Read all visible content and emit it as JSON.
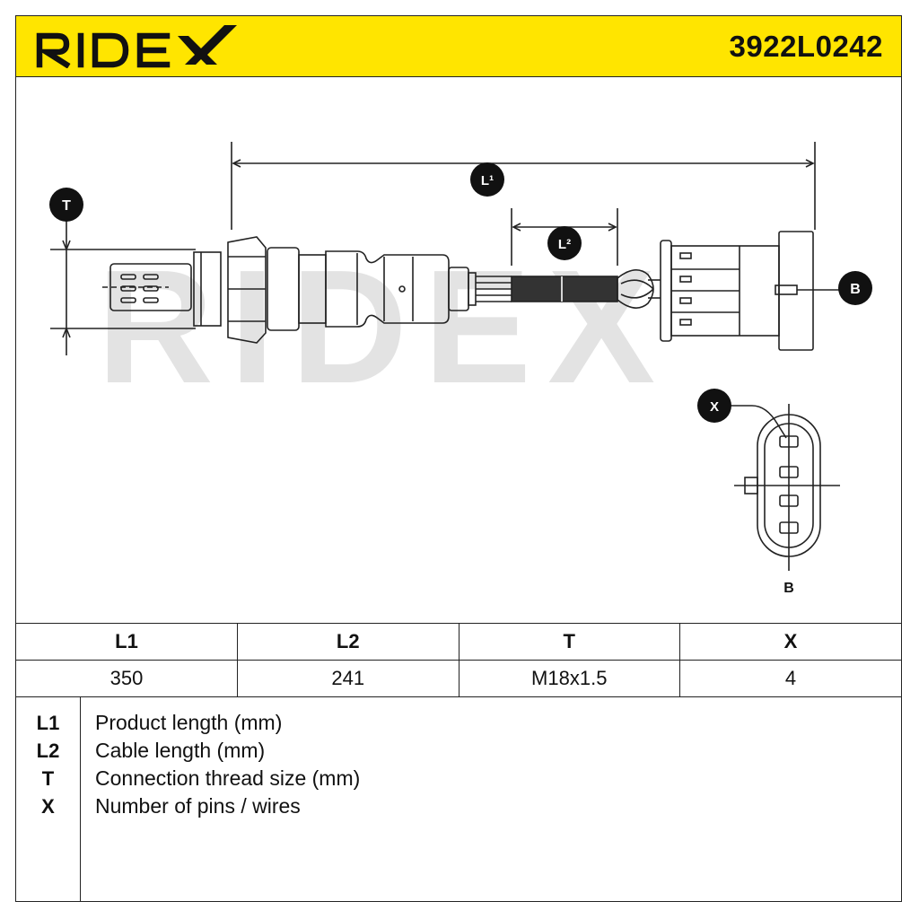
{
  "header": {
    "brand": "RIDEX",
    "part_number": "3922L0242",
    "brand_color": "#ffe500"
  },
  "drawing": {
    "watermark": "RIDEX",
    "callouts": {
      "t": "T",
      "l1": "L¹",
      "l2": "L²",
      "b": "B",
      "x": "X"
    },
    "connector_label": "B"
  },
  "specs": {
    "headers": [
      "L1",
      "L2",
      "T",
      "X"
    ],
    "values": [
      "350",
      "241",
      "M18x1.5",
      "4"
    ]
  },
  "legend": [
    {
      "key": "L1",
      "desc": "Product length (mm)"
    },
    {
      "key": "L2",
      "desc": "Cable length (mm)"
    },
    {
      "key": "T",
      "desc": "Connection thread size (mm)"
    },
    {
      "key": "X",
      "desc": "Number of pins / wires"
    }
  ]
}
